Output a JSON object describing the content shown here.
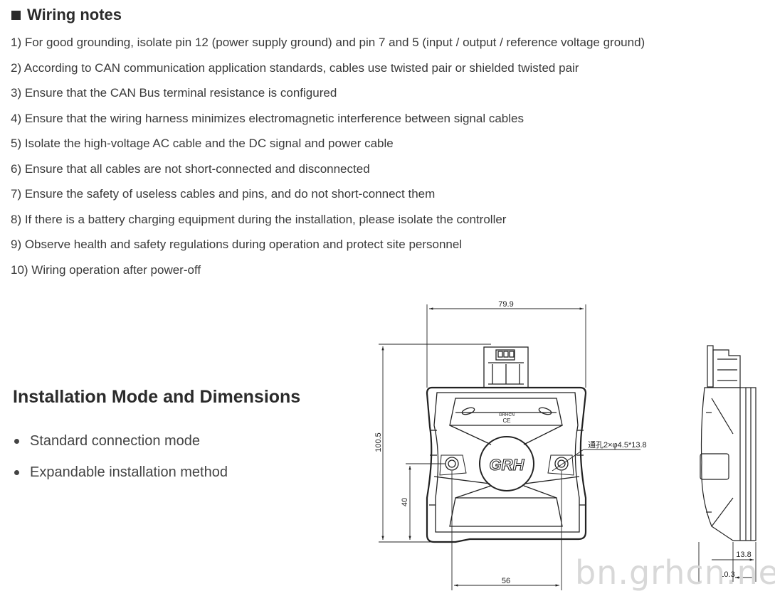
{
  "wiring": {
    "title": "Wiring notes",
    "notes": [
      "1) For good grounding, isolate pin 12 (power supply ground) and pin 7 and 5 (input / output / reference voltage ground)",
      "2) According to CAN communication application standards, cables use twisted pair or shielded twisted pair",
      "3) Ensure that the CAN Bus terminal resistance is configured",
      "4) Ensure that the wiring harness minimizes electromagnetic interference between signal cables",
      "5) Isolate the high-voltage AC cable and the DC signal and power cable",
      "6) Ensure that all cables are not short-connected and disconnected",
      "7) Ensure the safety of useless cables and pins, and do not short-connect them",
      "8) If there is a battery charging equipment during the installation, please isolate the controller",
      "9) Observe health and safety regulations during operation and protect site personnel",
      "10) Wiring operation after power-off"
    ]
  },
  "installation": {
    "title": "Installation Mode and Dimensions",
    "bullets": [
      "Standard connection mode",
      "Expandable installation method"
    ]
  },
  "drawing": {
    "dim_width": "79.9",
    "dim_height": "100.5",
    "dim_hole_height": "40",
    "dim_hole_spacing": "56",
    "hole_note": "通孔2×φ4.5*13.8",
    "logo": "GRH",
    "label_top": "GRHCN",
    "label_ce": "CE",
    "side_dim_a": "13.8",
    "side_dim_b": "10.3"
  },
  "watermark": "bn.grhcn.net"
}
